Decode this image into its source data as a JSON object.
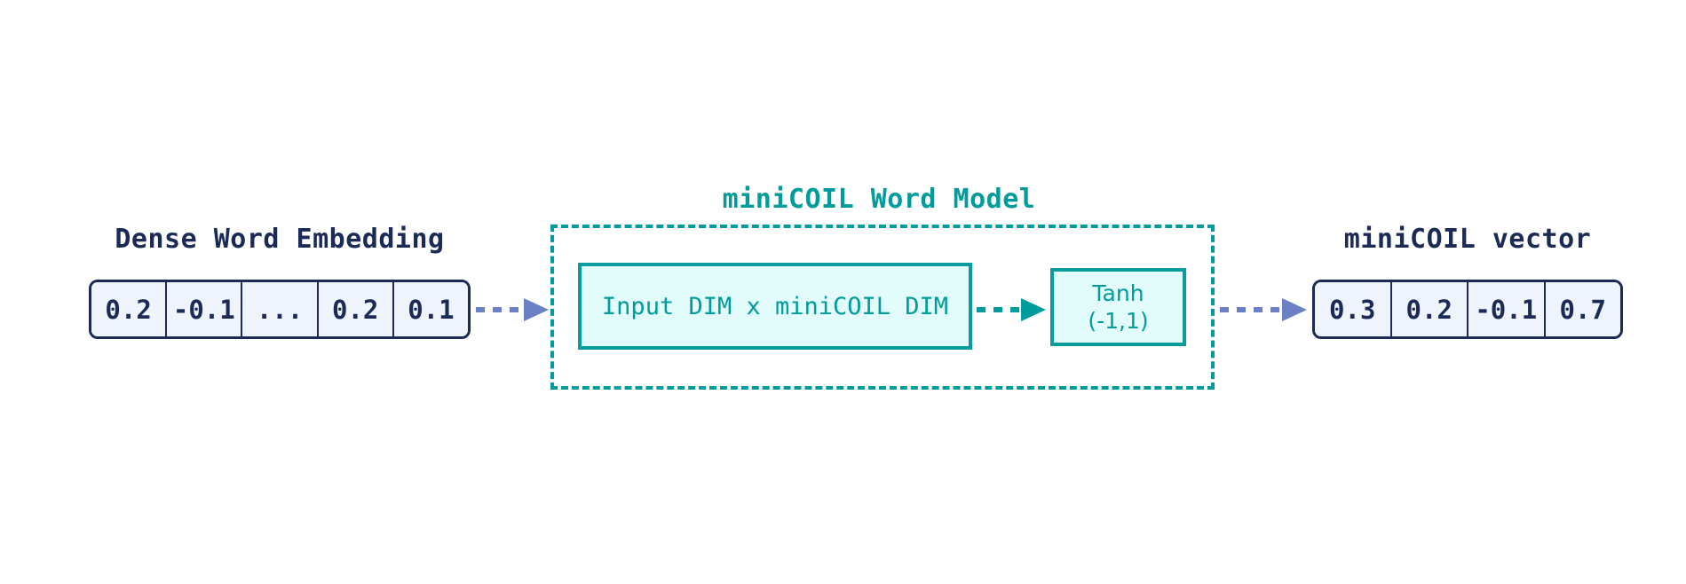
{
  "diagram": {
    "title_center": "miniCOIL Word Model",
    "colors": {
      "navy": "#1b2a57",
      "navy_fill": "#eff3fc",
      "teal": "#009b9b",
      "teal_border": "#0a9c9c",
      "teal_fill": "#e2fbfb",
      "purple_arrow": "#6b7fc4",
      "background": "#ffffff"
    },
    "input": {
      "label": "Dense Word Embedding",
      "cells": [
        "0.2",
        "-0.1",
        "...",
        "0.2",
        "0.1"
      ]
    },
    "model": {
      "title": "miniCOIL Word Model",
      "linear_layer": {
        "label": "Input DIM x miniCOIL DIM"
      },
      "activation": {
        "name": "Tanh",
        "range": "(-1,1)"
      }
    },
    "output": {
      "label": "miniCOIL vector",
      "cells": [
        "0.3",
        "0.2",
        "-0.1",
        "0.7"
      ]
    },
    "arrows": [
      {
        "name": "input-to-model",
        "color": "#6b7fc4"
      },
      {
        "name": "linear-to-tanh",
        "color": "#009b9b"
      },
      {
        "name": "model-to-output",
        "color": "#6b7fc4"
      }
    ]
  }
}
